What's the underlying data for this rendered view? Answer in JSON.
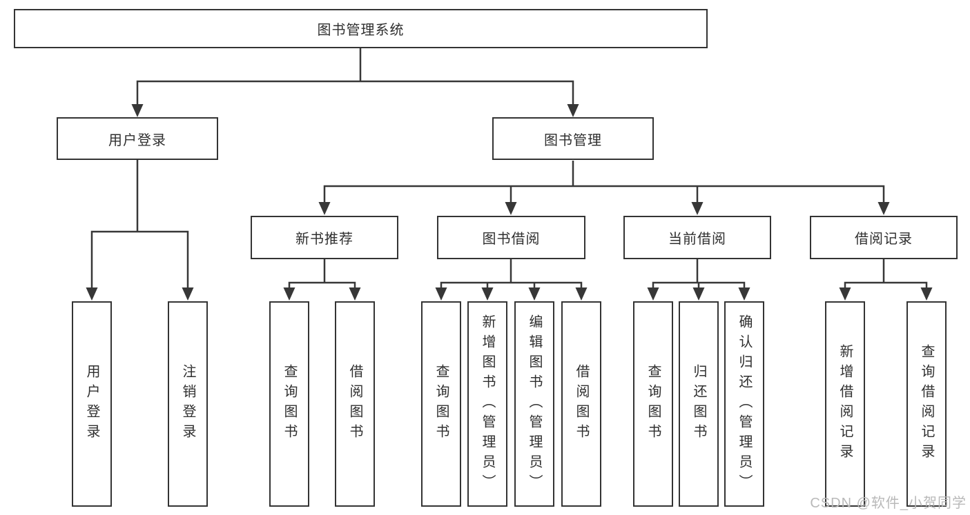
{
  "diagram": {
    "root": {
      "label": "图书管理系统"
    },
    "level2": [
      {
        "label": "用户登录",
        "children": [
          {
            "label": "用户登录"
          },
          {
            "label": "注销登录"
          }
        ]
      },
      {
        "label": "图书管理",
        "children": [
          {
            "label": "新书推荐",
            "children": [
              {
                "label": "查询图书"
              },
              {
                "label": "借阅图书"
              }
            ]
          },
          {
            "label": "图书借阅",
            "children": [
              {
                "label": "查询图书"
              },
              {
                "label": "新增图书（管理员）"
              },
              {
                "label": "编辑图书（管理员）"
              },
              {
                "label": "借阅图书"
              }
            ]
          },
          {
            "label": "当前借阅",
            "children": [
              {
                "label": "查询图书"
              },
              {
                "label": "归还图书"
              },
              {
                "label": "确认归还（管理员）"
              }
            ]
          },
          {
            "label": "借阅记录",
            "children": [
              {
                "label": "新增借阅记录"
              },
              {
                "label": "查询借阅记录"
              }
            ]
          }
        ]
      }
    ]
  },
  "watermark": {
    "text": "CSDN @软件_小贺同学",
    "color": "#b9b9b9"
  },
  "colors": {
    "line": "#373737",
    "box_border": "#333333",
    "box_fill": "#ffffff",
    "text": "#2f2f2f",
    "background": "#ffffff"
  }
}
